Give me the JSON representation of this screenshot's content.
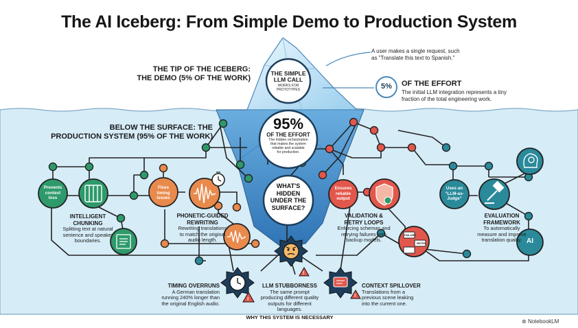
{
  "title": "The AI Iceberg: From Simple Demo to Production System",
  "tip": {
    "heading": "THE TIP OF THE ICEBERG:\nTHE DEMO (5% OF THE WORK)",
    "node_title": "THE SIMPLE\nLLM CALL",
    "node_sub": "WORKS FOR\nPROTOTYPES",
    "callout": "A user makes a single request, such\nas \"Translate this text to Spanish.\"",
    "pct": "5%",
    "pct_heading": "OF THE EFFORT",
    "pct_desc": "The initial LLM integration represents a tiny\nfraction of the total engineering work."
  },
  "surface": {
    "heading": "BELOW THE SURFACE: THE\nPRODUCTION SYSTEM (95% OF THE WORK)",
    "pct": "95%",
    "pct_heading": "OF THE EFFORT",
    "pct_desc": "The hidden orchestration\nthat makes the system\nreliable and scalable\nfor production.",
    "question": "WHAT'S\nHIDDEN\nUNDER THE\nSURFACE?"
  },
  "components": [
    {
      "tag": "Prevents\ncontext\nloss",
      "title": "INTELLIGENT\nCHUNKING",
      "desc": "Splitting text at natural\nsentence and speaker\nboundaries.",
      "color": "#2e9a6b"
    },
    {
      "tag": "Fixes\ntiming\nissues",
      "title": "PHONETIC-GUIDED\nREWRITING",
      "desc": "Rewriting translations\nto match the original\naudio length.",
      "color": "#e98a4d"
    },
    {
      "tag": "Ensures\nreliable\noutput",
      "title": "VALIDATION &\nRETRY LOOPS",
      "desc": "Enforcing schemas and\nretrying failures with\nbackup models.",
      "color": "#e2574c"
    },
    {
      "tag": "Uses an\n\"LLM-as-\nJudge\"",
      "title": "EVALUATION\nFRAMEWORK",
      "desc": "To automatically\nmeasure and improve\ntranslation quality.",
      "color": "#2a8a9a"
    }
  ],
  "failures": [
    {
      "title": "TIMING OVERRUNS",
      "desc": "A German translation\nrunning 240% longer than\nthe original English audio."
    },
    {
      "title": "LLM STUBBORNESS",
      "desc": "The same prompt\nproducing different quality\noutputs for different\nlanguages."
    },
    {
      "title": "CONTEXT SPILLOVER",
      "desc": "Translations from a\nprevious scene leaking\ninto the current one."
    }
  ],
  "icon_labels": {
    "failure": "FAILURE",
    "retry": "RETRY",
    "ai": "AI"
  },
  "footer": "WHY THIS SYSTEM IS NECESSARY",
  "brand": "NotebookLM",
  "icons": [
    "chunking-grid-icon",
    "document-icon",
    "waveform-icon",
    "timer-icon",
    "shield-check-icon",
    "retry-flow-icon",
    "ai-brain-icon",
    "gavel-icon",
    "ai-thumbs-up-icon",
    "warning-icon",
    "angry-face-icon",
    "clock-icon",
    "chat-bubble-icon"
  ],
  "colors": {
    "water": "#d6ecf7",
    "iceberg": "#4d95d1",
    "green": "#2e9a6b",
    "orange": "#e98a4d",
    "red": "#e2574c",
    "teal": "#2a8a9a",
    "navy": "#1d3d5a"
  }
}
